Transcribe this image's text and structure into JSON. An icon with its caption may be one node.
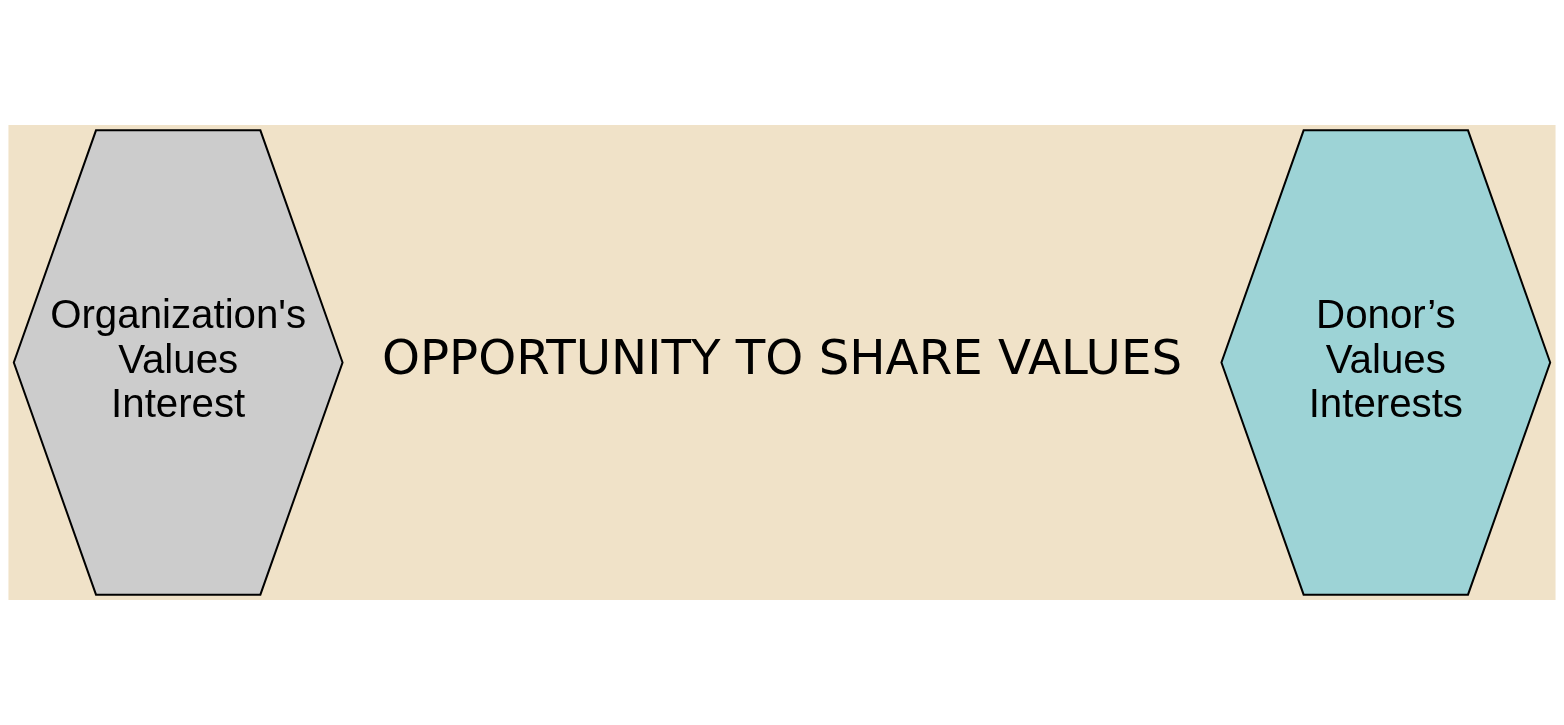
{
  "diagram": {
    "nodes": [
      {
        "text": [
          "Organization's",
          "Values",
          "Interest"
        ]
      },
      {
        "text": [
          "Donor’s",
          "Values",
          "Interests"
        ]
      }
    ],
    "labels": [
      "OPPORTUNITY TO SHARE VALUES"
    ]
  }
}
